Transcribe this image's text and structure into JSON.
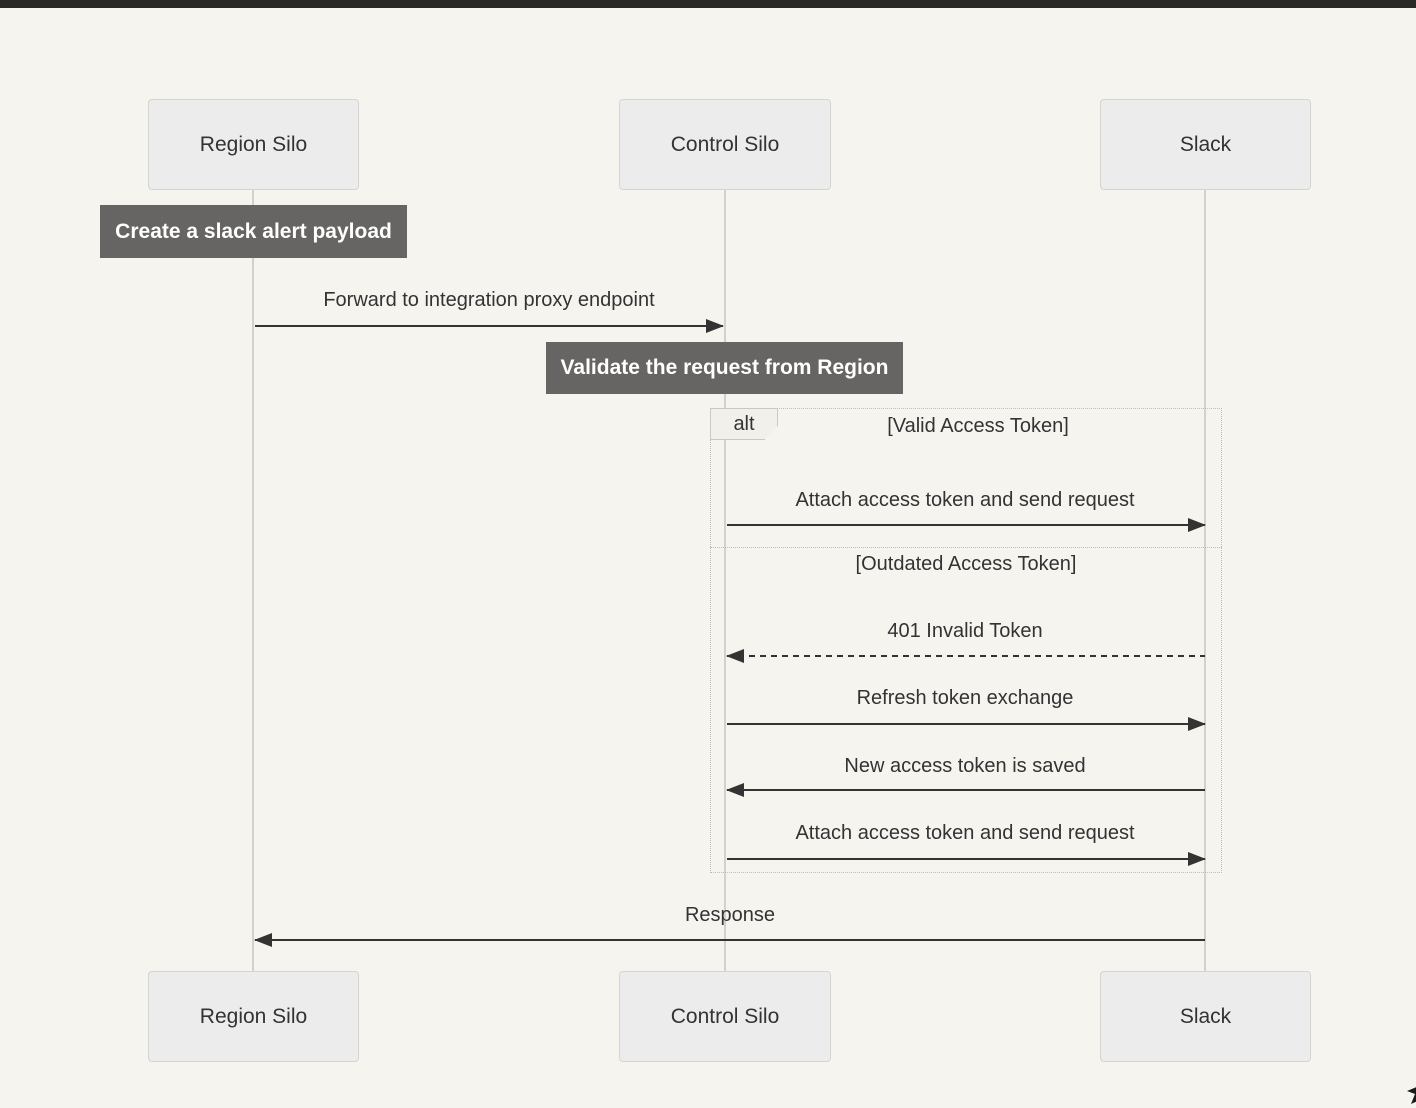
{
  "window": {
    "topbar_color": "#2a2927",
    "background": "#f6f4ee"
  },
  "diagram_type": "sequence",
  "actors": [
    {
      "label": "Region Silo"
    },
    {
      "label": "Control Silo"
    },
    {
      "label": "Slack"
    }
  ],
  "notes": [
    {
      "text": "Create a slack alert payload",
      "over": "Region Silo"
    },
    {
      "text": "Validate the request from Region",
      "over": "Control Silo"
    }
  ],
  "messages": [
    {
      "text": "Forward to integration proxy endpoint",
      "from": "Region Silo",
      "to": "Control Silo",
      "line": "solid"
    },
    {
      "text": "Attach access token and send request",
      "from": "Control Silo",
      "to": "Slack",
      "line": "solid"
    },
    {
      "text": "401 Invalid Token",
      "from": "Slack",
      "to": "Control Silo",
      "line": "dashed"
    },
    {
      "text": "Refresh token exchange",
      "from": "Control Silo",
      "to": "Slack",
      "line": "solid"
    },
    {
      "text": "New access token is saved",
      "from": "Slack",
      "to": "Control Silo",
      "line": "solid"
    },
    {
      "text": "Attach access token and send request",
      "from": "Control Silo",
      "to": "Slack",
      "line": "solid"
    },
    {
      "text": "Response",
      "from": "Slack",
      "to": "Region Silo",
      "line": "solid"
    }
  ],
  "alt_frame": {
    "operator": "alt",
    "guards": [
      "[Valid Access Token]",
      "[Outdated Access Token]"
    ]
  },
  "colors": {
    "note_fill": "#666563",
    "note_text": "#ffffff",
    "actor_fill": "#ececec",
    "actor_border": "#d5d4d0",
    "message_line": "#333333",
    "lifeline": "#d3d1cc",
    "frame_border": "#bdbcb8",
    "text": "#333333"
  }
}
